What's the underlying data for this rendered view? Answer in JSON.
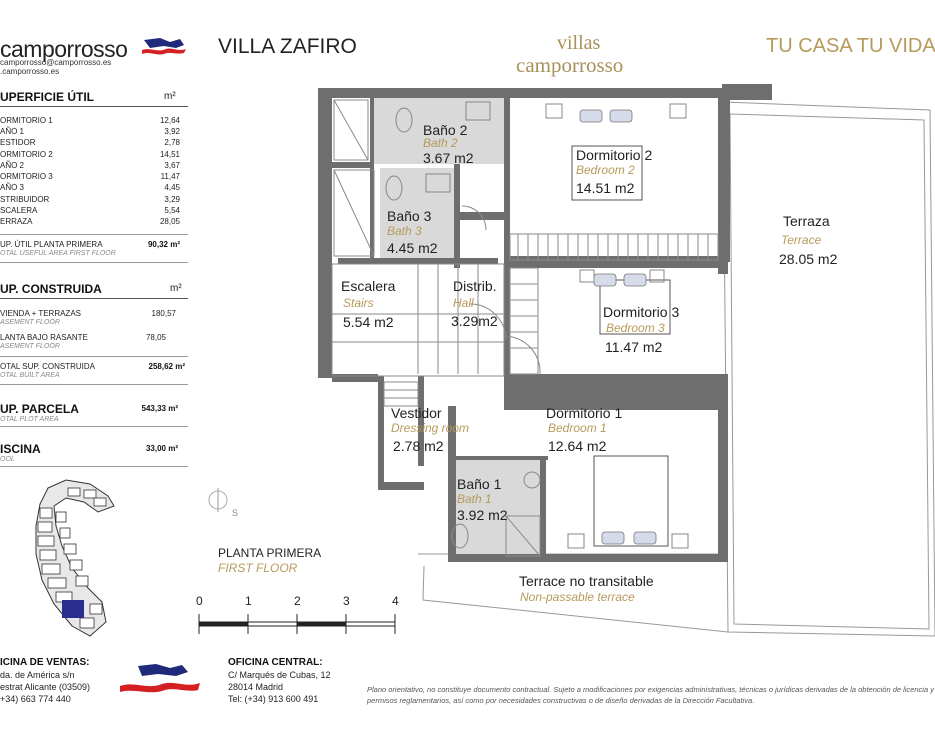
{
  "header": {
    "brand": "camporrosso",
    "brand_email": "camporrosso@camporrosso.es",
    "brand_web": ".camporrosso.es",
    "villa_title": "VILLA ZAFIRO",
    "logo_top": "villas",
    "logo_bottom": "camporrosso",
    "tagline": "TU CASA TU VIDA"
  },
  "superficie_util": {
    "title": "UPERFICIE ÚTIL",
    "unit": "m²",
    "rows": [
      {
        "label": "ORMITORIO 1",
        "value": "12,64"
      },
      {
        "label": "AÑO 1",
        "value": "3,92"
      },
      {
        "label": "ESTIDOR",
        "value": "2,78"
      },
      {
        "label": "ORMITORIO 2",
        "value": "14,51"
      },
      {
        "label": "AÑO 2",
        "value": "3,67"
      },
      {
        "label": "ORMITORIO 3",
        "value": "11,47"
      },
      {
        "label": "AÑO 3",
        "value": "4,45"
      },
      {
        "label": "STRIBUIDOR",
        "value": "3,29"
      },
      {
        "label": "SCALERA",
        "value": "5,54"
      },
      {
        "label": "ERRAZA",
        "value": "28,05"
      }
    ],
    "total_label": "UP. ÚTIL PLANTA PRIMERA",
    "total_sub": "OTAL USEFUL AREA FIRST FLOOR",
    "total_value": "90,32 m²"
  },
  "sup_construida": {
    "title": "UP. CONSTRUIDA",
    "unit": "m²",
    "rows": [
      {
        "label": "VIENDA + TERRAZAS",
        "sub": "ASEMENT FLOOR",
        "value": "180,57"
      },
      {
        "label": "LANTA  BAJO RASANTE",
        "sub": "ASEMENT FLOOR",
        "value": "78,05"
      }
    ],
    "total_label": "OTAL SUP. CONSTRUIDA",
    "total_sub": "OTAL BUILT AREA",
    "total_value": "258,62 m²"
  },
  "parcela": {
    "title": "UP. PARCELA",
    "sub": "OTAL PLOT AREA",
    "value": "543,33 m²"
  },
  "piscina": {
    "title": "ISCINA",
    "sub": "OOL",
    "value": "33,00 m²"
  },
  "rooms": {
    "bano2": {
      "es": "Baño 2",
      "en": "Bath 2",
      "area": "3.67 m2"
    },
    "dorm2": {
      "es": "Dormitorio 2",
      "en": "Bedroom 2",
      "area": "14.51 m2"
    },
    "terraza": {
      "es": "Terraza",
      "en": "Terrace",
      "area": "28.05 m2"
    },
    "bano3": {
      "es": "Baño 3",
      "en": "Bath 3",
      "area": "4.45 m2"
    },
    "escalera": {
      "es": "Escalera",
      "en": "Stairs",
      "area": "5.54 m2"
    },
    "distrib": {
      "es": "Distrib.",
      "en": "Hall",
      "area": "3.29m2"
    },
    "dorm3": {
      "es": "Dormitorio 3",
      "en": "Bedroom 3",
      "area": "11.47 m2"
    },
    "vestidor": {
      "es": "Vestidor",
      "en": "Dressing room",
      "area": "2.78 m2"
    },
    "dorm1": {
      "es": "Dormitorio 1",
      "en": "Bedroom 1",
      "area": "12.64 m2"
    },
    "bano1": {
      "es": "Baño 1",
      "en": "Bath 1",
      "area": "3.92 m2"
    },
    "terrace_nt": {
      "es": "Terrace no transitable",
      "en": "Non-passable terrace"
    }
  },
  "compass_letter": "S",
  "floor": {
    "es": "PLANTA PRIMERA",
    "en": "FIRST FLOOR"
  },
  "scale": {
    "ticks": [
      "0",
      "1",
      "2",
      "3",
      "4"
    ]
  },
  "footer": {
    "ventas_title": "ICINA DE VENTAS:",
    "ventas_lines": [
      "da. de América s/n",
      "estrat Alicante (03509)",
      "+34) 663 774 440"
    ],
    "central_title": "OFICINA CENTRAL:",
    "central_lines": [
      "C/ Marqués de Cubas, 12",
      "28014 Madrid",
      "Tel: (+34) 913 600 491"
    ],
    "disclaimer": "Plano orientativo, no constituye documento contractual. Sujeto a modificaciones por exigencias administrativas, técnicas o jurídicas derivadas de la obtención de licencia y permisos reglamentarios, así como por necesidades constructivas o de diseño derivadas de la Dirección Facultativa."
  },
  "colors": {
    "gold": "#b69a5a",
    "wall": "#6e6e6e",
    "bath_fill": "#d9d9d9",
    "site_highlight": "#2a2f8f",
    "flag_blue": "#1f2a7a",
    "flag_red": "#d42020"
  }
}
